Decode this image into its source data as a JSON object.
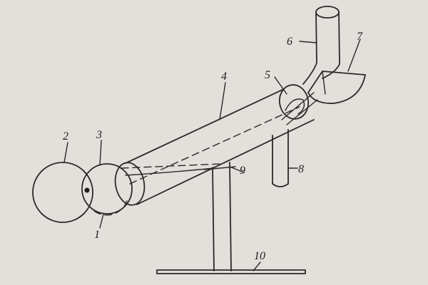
{
  "diagram": {
    "labels": {
      "l1": "1",
      "l2": "2",
      "l3": "3",
      "l4": "4",
      "l5": "5",
      "l6": "6",
      "l7": "7",
      "l8": "8",
      "l9": "9",
      "l10": "10"
    }
  },
  "colors": {
    "paper": "#e6e3de",
    "ink": "#2a2a2a"
  }
}
